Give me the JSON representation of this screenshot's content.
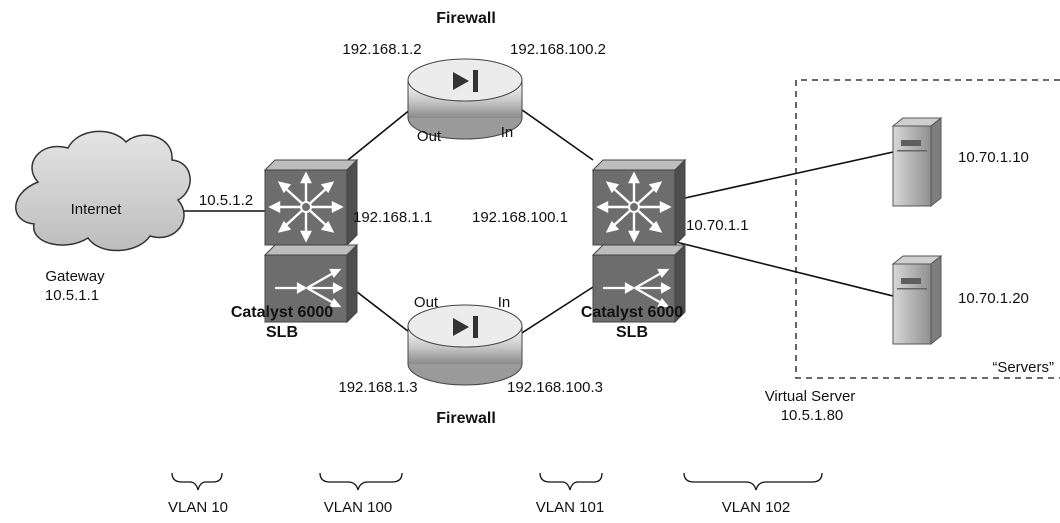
{
  "firewall_top": {
    "title": "Firewall",
    "ip_left": "192.168.1.2",
    "ip_right": "192.168.100.2",
    "port_out": "Out",
    "port_in": "In"
  },
  "firewall_bottom": {
    "title": "Firewall",
    "ip_left": "192.168.1.3",
    "ip_right": "192.168.100.3",
    "port_out": "Out",
    "port_in": "In"
  },
  "internet": {
    "label": "Internet",
    "link_ip": "10.5.1.2",
    "gateway_label": "Gateway",
    "gateway_ip": "10.5.1.1"
  },
  "switch_left": {
    "ip": "192.168.1.1",
    "name_line1": "Catalyst 6000",
    "name_line2": "SLB"
  },
  "switch_right": {
    "ip": "192.168.100.1",
    "server_side_ip": "10.70.1.1",
    "name_line1": "Catalyst 6000",
    "name_line2": "SLB"
  },
  "servers": {
    "server1_ip": "10.70.1.10",
    "server2_ip": "10.70.1.20",
    "group_label": "“Servers”",
    "virtual_label": "Virtual Server",
    "virtual_ip": "10.5.1.80"
  },
  "vlans": [
    "VLAN 10",
    "VLAN 100",
    "VLAN 101",
    "VLAN 102"
  ],
  "colors": {
    "line": "#111111",
    "device_dark": "#6d6d6d",
    "device_light": "#bdbdbd"
  }
}
